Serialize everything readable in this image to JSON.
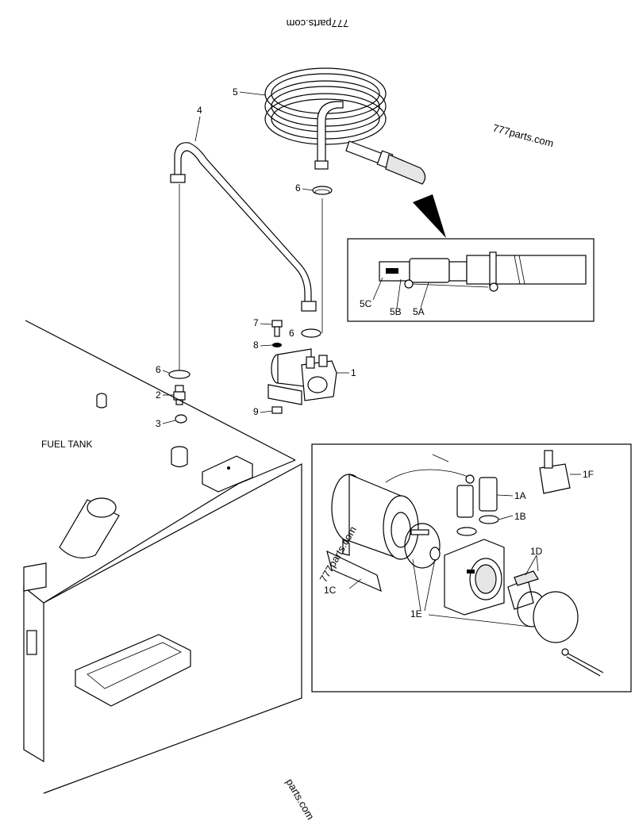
{
  "watermarks": {
    "top": "777parts.com",
    "right": "777parts.com",
    "inset": "777parts.com",
    "bottom": "parts.com"
  },
  "labels": {
    "fuel_tank": "FUEL TANK",
    "pump": "1",
    "fitting": "2",
    "o_ring": "3",
    "pipe": "4",
    "hose_coil": "5",
    "clamp_top": "6",
    "clamp_pump": "6",
    "clamp_fitting": "6",
    "bolt": "7",
    "washer": "8",
    "nut": "9",
    "detail_5a": "5A",
    "detail_5b": "5B",
    "detail_5c": "5C",
    "detail_1a": "1A",
    "detail_1b": "1B",
    "detail_1c": "1C",
    "detail_1d": "1D",
    "detail_1e": "1E",
    "detail_1f": "1F"
  }
}
